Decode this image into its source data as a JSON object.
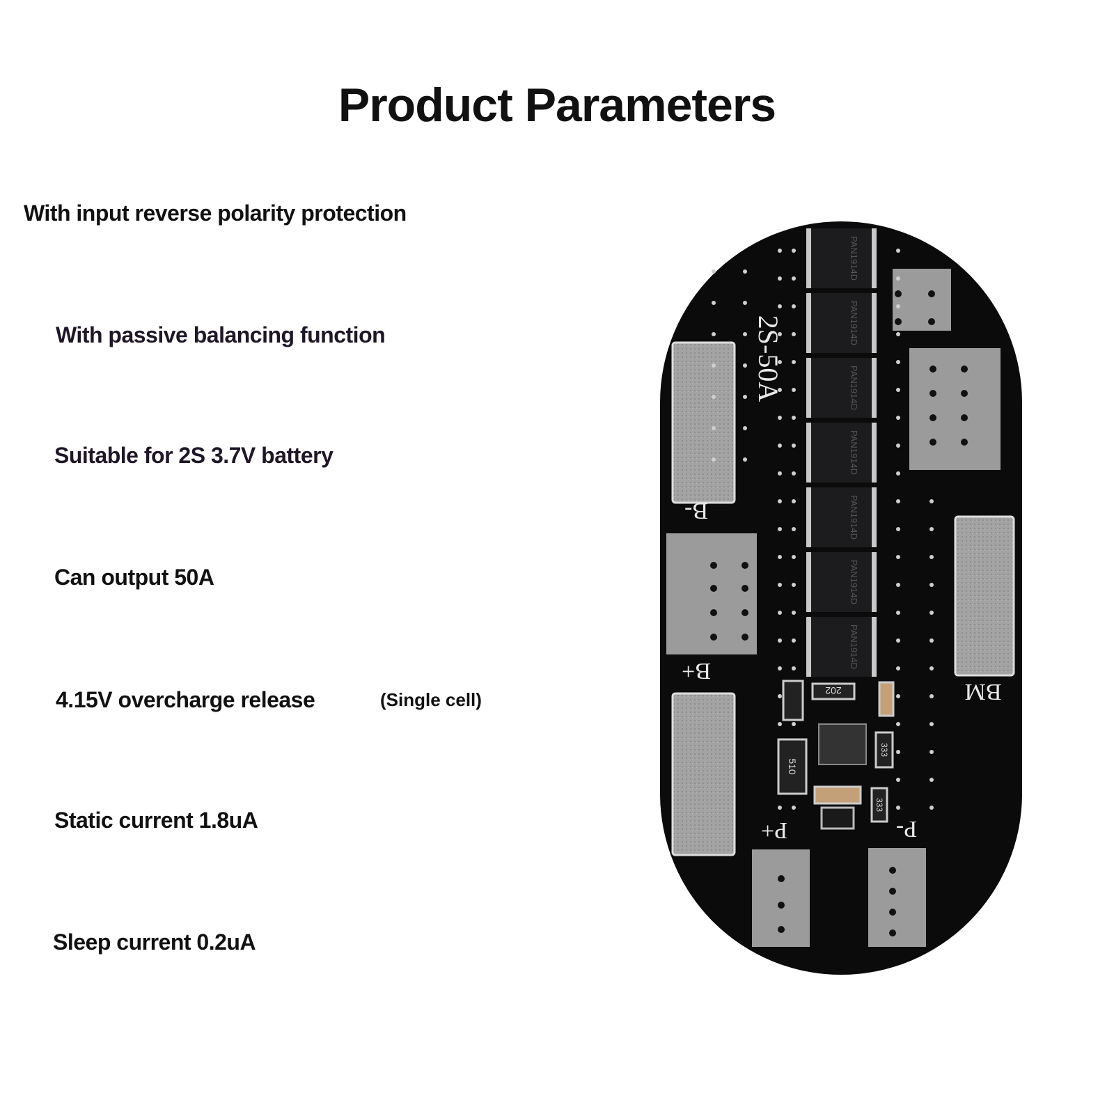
{
  "title": "Product Parameters",
  "features": [
    "With input reverse polarity protection",
    "With passive balancing function",
    "Suitable for 2S 3.7V battery",
    "Can output 50A",
    "4.15V overcharge release",
    "Static current 1.8uA",
    "Sleep current 0.2uA"
  ],
  "overcharge_note": "(Single cell)",
  "board": {
    "model": "2S-50A",
    "labels": {
      "b_minus": "B-",
      "b_plus": "B+",
      "bm": "BM",
      "p_plus": "P+",
      "p_minus": "P-"
    },
    "chip_marking": "PAN1914D",
    "resistor_codes": [
      "202",
      "510",
      "333",
      "333"
    ],
    "colors": {
      "board": "#0b0b0c",
      "pad": "#a3a3a3",
      "chip": "#1c1c1e",
      "silkscreen": "#e8e8e8"
    }
  }
}
